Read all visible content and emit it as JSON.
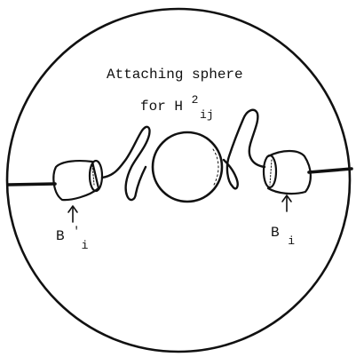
{
  "diagram": {
    "sphere_label_line1": "Attaching sphere",
    "sphere_label_line2_prefix": "for H",
    "sphere_label_sup": "2",
    "sphere_label_sub": "ij",
    "left_marker_base": "B",
    "left_marker_prime": "'",
    "left_marker_sub": "i",
    "right_marker_base": "B",
    "right_marker_sub": "i"
  }
}
